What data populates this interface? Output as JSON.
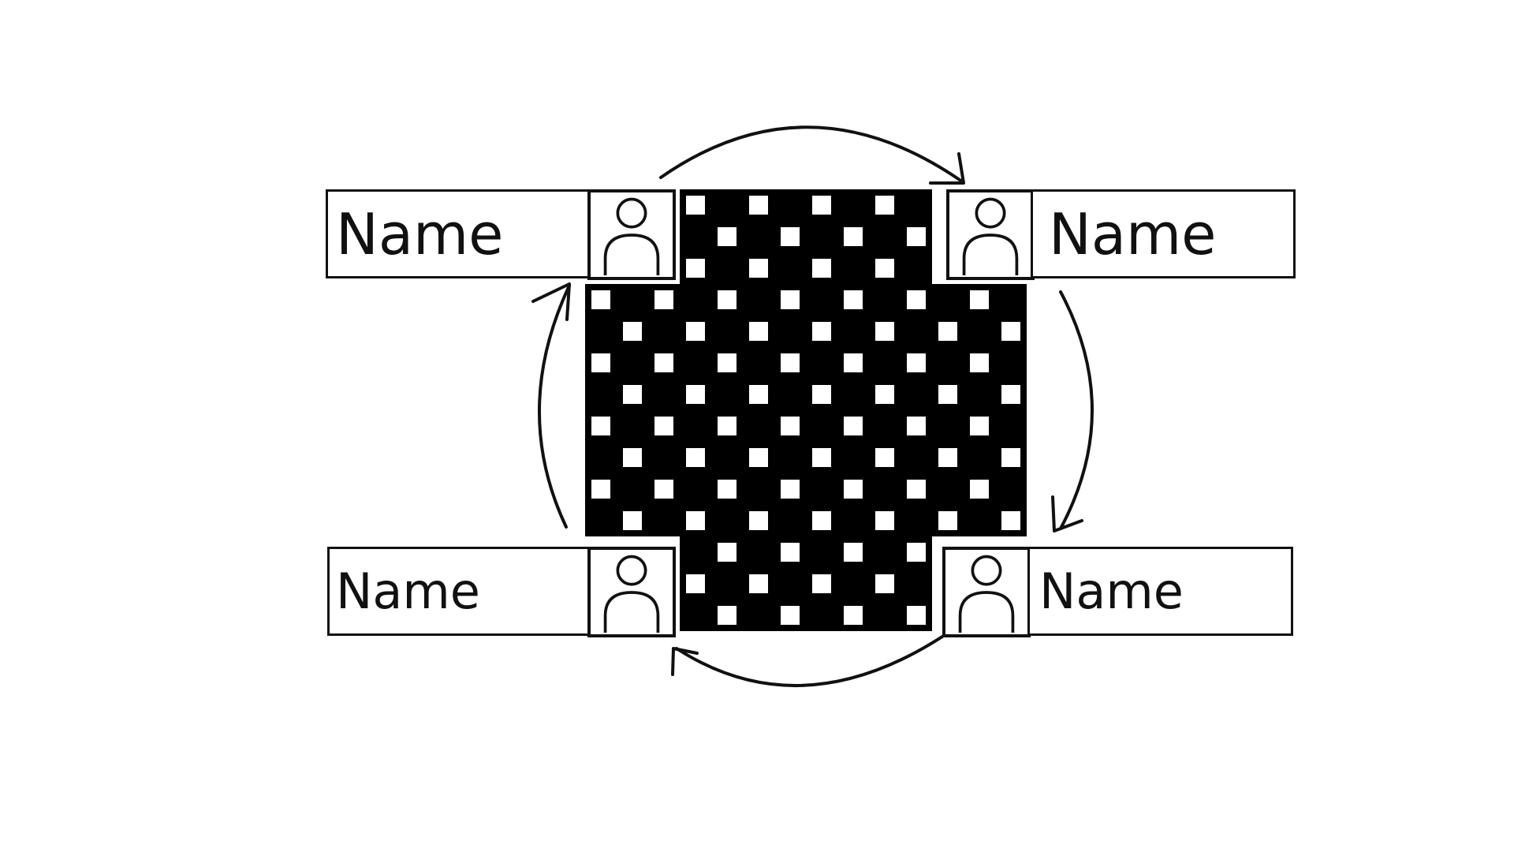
{
  "game": {
    "board": {
      "arms": 3,
      "center": 8,
      "light_color": "#ffffff",
      "dark_color": "#000000"
    },
    "turn_direction": "clockwise",
    "players": [
      {
        "id": "top-left",
        "name": "Name",
        "avatar_icon": "user-icon"
      },
      {
        "id": "top-right",
        "name": "Name",
        "avatar_icon": "user-icon"
      },
      {
        "id": "bottom-left",
        "name": "Name",
        "avatar_icon": "user-icon"
      },
      {
        "id": "bottom-right",
        "name": "Name",
        "avatar_icon": "user-icon"
      }
    ]
  }
}
